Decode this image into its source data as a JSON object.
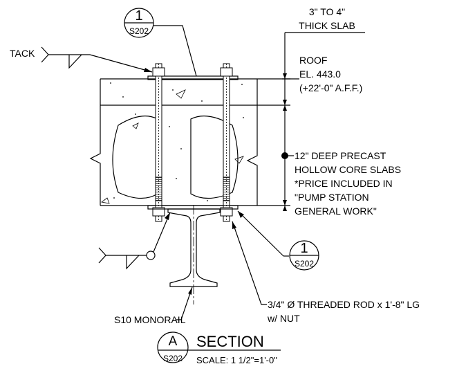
{
  "slab_note": {
    "line1": "3\" TO 4\"",
    "line2": "THICK SLAB"
  },
  "elevation_note": {
    "line1": "ROOF",
    "line2": "EL. 443.0",
    "line3": "(+22'-0\" A.F.F.)"
  },
  "precast_note": {
    "line1": "12\" DEEP PRECAST",
    "line2": "HOLLOW CORE SLABS",
    "line3": "*PRICE INCLUDED IN",
    "line4": "\"PUMP STATION",
    "line5": "GENERAL WORK\""
  },
  "weld_label": "TACK",
  "rod_note": {
    "line1": "3/4\" Ø THREADED ROD x 1'-8\" LG",
    "line2": "w/ NUT"
  },
  "monorail_label": "S10 MONORAIL",
  "callout_top": {
    "number": "1",
    "sheet": "S202"
  },
  "callout_right": {
    "number": "1",
    "sheet": "S202"
  },
  "section_tag": {
    "letter": "A",
    "sheet": "S202",
    "title": "SECTION",
    "scale": "SCALE: 1 1/2\"=1'-0\""
  }
}
